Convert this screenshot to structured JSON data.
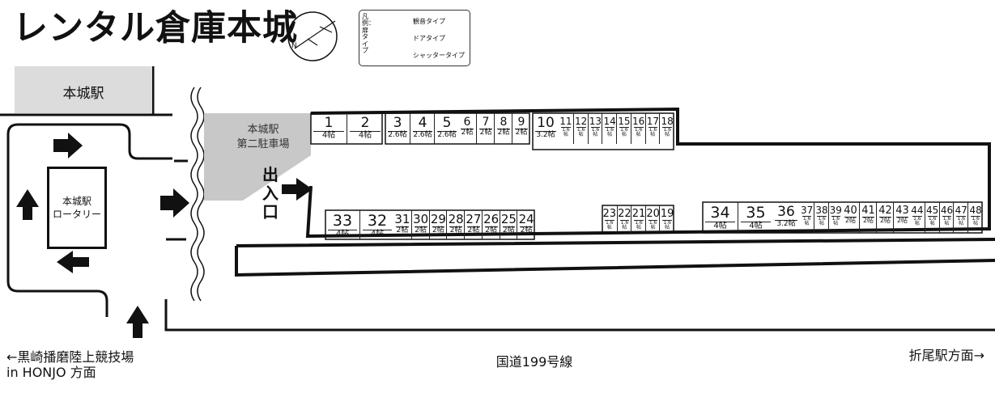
{
  "title": "レンタル倉庫本城",
  "compass": {
    "north_label": "N"
  },
  "legend": {
    "heading": "凡例：扉タイプ",
    "items": [
      {
        "label": "観音タイプ",
        "icon": "double-door-icon"
      },
      {
        "label": "ドアタイプ",
        "icon": "single-door-icon"
      },
      {
        "label": "シャッタータイプ",
        "icon": "shutter-icon"
      }
    ]
  },
  "places": {
    "station": "本城駅",
    "rotary": "本城駅\nロータリー",
    "parking2": "本城駅\n第二駐車場",
    "exit": "出入口"
  },
  "roads": {
    "bottom_left": "←黒崎播磨陸上競技場\nin HONJO 方面",
    "bottom_center": "国道199号線",
    "bottom_right": "折尾駅方面→"
  },
  "units_top": [
    {
      "no": "1",
      "size": "4帖"
    },
    {
      "no": "2",
      "size": "4帖"
    },
    {
      "no": "3",
      "size": "2.6帖"
    },
    {
      "no": "4",
      "size": "2.6帖"
    },
    {
      "no": "5",
      "size": "2.6帖"
    },
    {
      "no": "6",
      "size": "2帖"
    },
    {
      "no": "7",
      "size": "2帖"
    },
    {
      "no": "8",
      "size": "2帖"
    },
    {
      "no": "9",
      "size": "2帖"
    },
    {
      "no": "10",
      "size": "3.2帖"
    },
    {
      "no": "11",
      "size": "1.6帖"
    },
    {
      "no": "12",
      "size": "1.6帖"
    },
    {
      "no": "13",
      "size": "1.6帖"
    },
    {
      "no": "14",
      "size": "1.6帖"
    },
    {
      "no": "15",
      "size": "1.6帖"
    },
    {
      "no": "16",
      "size": "1.6帖"
    },
    {
      "no": "17",
      "size": "1.6帖"
    },
    {
      "no": "18",
      "size": "1.6帖"
    }
  ],
  "units_bottom_left": [
    {
      "no": "33",
      "size": "4帖"
    },
    {
      "no": "32",
      "size": "4帖"
    },
    {
      "no": "31",
      "size": "2帖"
    },
    {
      "no": "30",
      "size": "2帖"
    },
    {
      "no": "29",
      "size": "2帖"
    },
    {
      "no": "28",
      "size": "2帖"
    },
    {
      "no": "27",
      "size": "2帖"
    },
    {
      "no": "26",
      "size": "2帖"
    },
    {
      "no": "25",
      "size": "2帖"
    },
    {
      "no": "24",
      "size": "2帖"
    }
  ],
  "units_bottom_mid": [
    {
      "no": "23",
      "size": "1.6帖"
    },
    {
      "no": "22",
      "size": "1.6帖"
    },
    {
      "no": "21",
      "size": "1.6帖"
    },
    {
      "no": "20",
      "size": "1.6帖"
    },
    {
      "no": "19",
      "size": "1.6帖"
    }
  ],
  "units_bottom_right": [
    {
      "no": "34",
      "size": "4帖"
    },
    {
      "no": "35",
      "size": "4帖"
    },
    {
      "no": "36",
      "size": "3.2帖"
    },
    {
      "no": "37",
      "size": "1.6帖"
    },
    {
      "no": "38",
      "size": "1.6帖"
    },
    {
      "no": "39",
      "size": "1.6帖"
    },
    {
      "no": "40",
      "size": "2帖"
    },
    {
      "no": "41",
      "size": "2帖"
    },
    {
      "no": "42",
      "size": "2帖"
    },
    {
      "no": "43",
      "size": "2帖"
    },
    {
      "no": "44",
      "size": "1.6帖"
    },
    {
      "no": "45",
      "size": "1.6帖"
    },
    {
      "no": "46",
      "size": "1.6帖"
    },
    {
      "no": "47",
      "size": "1.6帖"
    },
    {
      "no": "48",
      "size": "1.6帖"
    }
  ]
}
